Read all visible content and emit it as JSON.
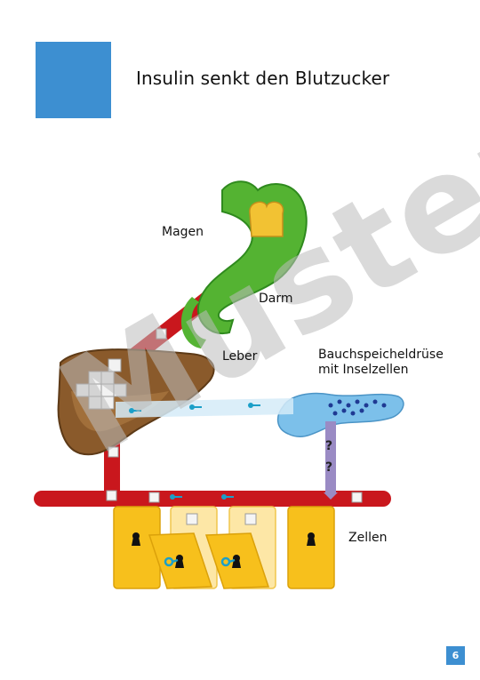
{
  "title": "Insulin senkt den Blutzucker",
  "labels": {
    "magen": "Magen",
    "darm": "Darm",
    "leber": "Leber",
    "pankreas_line1": "Bauchspeicheldrüse",
    "pankreas_line2": "mit Inselzellen",
    "zellen": "Zellen"
  },
  "question_marks": [
    "?",
    "?"
  ],
  "watermark": "Muster",
  "page_number": "6",
  "colors": {
    "accent_blue": "#3d8fd1",
    "blood_vessel": "#c9171d",
    "stomach": "#54b332",
    "liver": "#8a5a2b",
    "pancreas": "#7cc0ea",
    "cell": "#f7c01c",
    "cell_open": "#fde7a6",
    "arrow": "#9a8bc4",
    "key": "#1b9fc8"
  },
  "icons": [
    "keyhole-icon",
    "key-icon",
    "sugar-cube-icon",
    "bread-icon"
  ]
}
